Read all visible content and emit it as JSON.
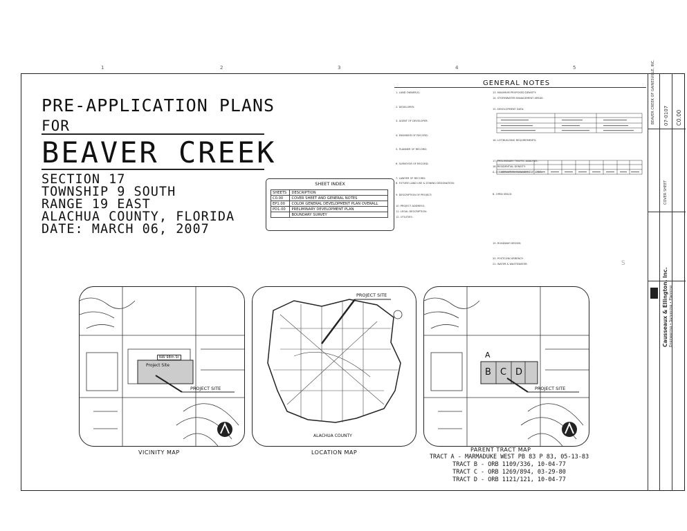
{
  "title": {
    "line1": "PRE-APPLICATION PLANS",
    "line2": "FOR",
    "project": "BEAVER CREEK",
    "section": [
      "SECTION 17",
      "TOWNSHIP 9 SOUTH",
      "RANGE 19 EAST",
      "ALACHUA COUNTY, FLORIDA",
      "DATE: MARCH 06, 2007"
    ]
  },
  "general_notes": {
    "heading": "GENERAL NOTES",
    "col1": [
      "1. LAND OWNER(S)",
      "2. DEVELOPER:",
      "3. AGENT OF DEVELOPER:",
      "4. ENGINEER OF RECORD:",
      "5. PLANNER OF RECORD:",
      "6. SURVEYOR OF RECORD:",
      "7. LAWYER OF RECORD:",
      "8. FUTURE LAND USE & ZONING DESIGNATION:",
      "9. DESCRIPTION OF PROJECT:",
      "10. PROJECT ADDRESS:",
      "11. LEGAL DESCRIPTION:",
      "12. UTILITIES:"
    ],
    "col2": [
      "13. MAXIMUM PROPOSED DENSITY:",
      "14. STORMWATER MANAGEMENT AREAS:",
      "15. DEVELOPMENT DATA:",
      "16. LOT/BUILDING REQUIREMENTS:",
      "17. PRELIMINARY TRAFFIC ANALYSIS:",
      "18. RESIDENTIAL DENSITY:",
      "A. CONSERVATION MANAGEMENT AREA:",
      "B. OPEN SPACE:",
      "19. ROADWAY DESIGN:",
      "20. POSTCONCURRENCY:",
      "21. WATER & WASTEWATER:"
    ]
  },
  "sheet_index": {
    "heading": "SHEET INDEX",
    "columns": [
      "SHEETS",
      "DESCRIPTION"
    ],
    "rows": [
      {
        "sheet": "C0.00",
        "desc": "COVER SHEET AND GENERAL NOTES"
      },
      {
        "sheet": "EP1.00",
        "desc": "COLOR GENERAL DEVELOPMENT PLAN OVERALL"
      },
      {
        "sheet": "PD1.00",
        "desc": "PRELIMINARY DEVELOPMENT PLAN"
      },
      {
        "sheet": "",
        "desc": "BOUNDARY SURVEY"
      }
    ]
  },
  "maps": {
    "vicinity": {
      "label": "VICINITY MAP",
      "callout": "PROJECT SITE",
      "site_text": "Project Site",
      "street": "NW 98th St"
    },
    "location": {
      "label": "LOCATION MAP",
      "callout": "PROJECT SITE",
      "county": "ALACHUA COUNTY"
    },
    "parent": {
      "label": "PARENT TRACT MAP",
      "callout": "PROJECT SITE",
      "tracts": [
        "A",
        "B",
        "C",
        "D"
      ]
    }
  },
  "tract_list": [
    "TRACT A - MARMADUKE WEST PB 83 P 83, 05-13-83",
    "TRACT B - ORB 1109/336, 10-04-77",
    "TRACT C - ORB 1269/894, 03-29-80",
    "TRACT D - ORB 1121/121, 10-04-77"
  ],
  "title_block": {
    "firm": "Causseaux & Ellington, Inc.",
    "services": "Engineering • Surveying • Planning",
    "project": "BEAVER CREEK OF GAINESVILLE, INC.",
    "sheet_name": "COVER SHEET",
    "job_no": "07-0107",
    "sheet_no": "C0.00"
  }
}
